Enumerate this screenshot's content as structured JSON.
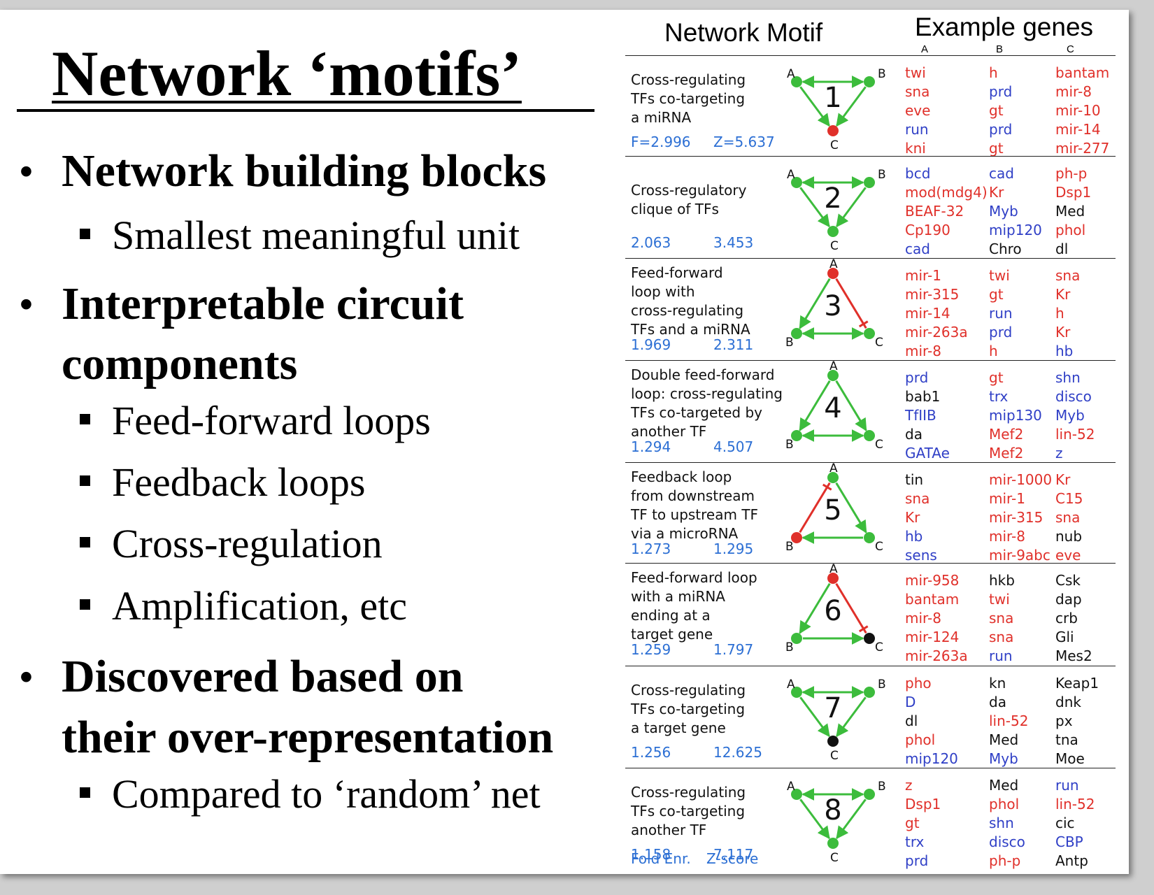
{
  "slide": {
    "title": "Network ‘motifs’",
    "items": [
      {
        "level": 1,
        "text": "Network building blocks"
      },
      {
        "level": 2,
        "text": "Smallest meaningful unit"
      },
      {
        "level": 1,
        "text": "Interpretable circuit"
      },
      {
        "level": 1,
        "text": "components"
      },
      {
        "level": 2,
        "text": "Feed-forward loops"
      },
      {
        "level": 2,
        "text": "Feedback loops"
      },
      {
        "level": 2,
        "text": "Cross-regulation"
      },
      {
        "level": 2,
        "text": "Amplification, etc"
      },
      {
        "level": 1,
        "text": "Discovered based on"
      },
      {
        "level": 1,
        "text": "their over-representation"
      },
      {
        "level": 2,
        "text": "Compared to ‘random’ net"
      }
    ]
  },
  "table": {
    "header_motif": "Network Motif",
    "header_genes": "Example genes",
    "column_letters": [
      "A",
      "B",
      "C"
    ],
    "colors": {
      "red": "#e0302a",
      "blue": "#2f3fc6",
      "black": "#111111",
      "green": "#3cbc3c",
      "stat_blue": "#2c6fd4"
    },
    "legend": {
      "fold": "Fold Enr.",
      "z": "Z-score"
    },
    "motifs": [
      {
        "number": "1",
        "description": [
          "Cross-regulating",
          "TFs co-targeting",
          "a miRNA"
        ],
        "fold": "F=2.996",
        "z": "Z=5.637",
        "labels": {
          "A": "A",
          "B": "B",
          "C": "C"
        },
        "node_colors": [
          "green",
          "green",
          "red"
        ],
        "genes": [
          [
            [
              "twi",
              "red"
            ],
            [
              "sna",
              "red"
            ],
            [
              "eve",
              "red"
            ],
            [
              "run",
              "blue"
            ],
            [
              "kni",
              "red"
            ]
          ],
          [
            [
              "h",
              "red"
            ],
            [
              "prd",
              "blue"
            ],
            [
              "gt",
              "red"
            ],
            [
              "prd",
              "blue"
            ],
            [
              "gt",
              "red"
            ]
          ],
          [
            [
              "bantam",
              "red"
            ],
            [
              "mir-8",
              "red"
            ],
            [
              "mir-10",
              "red"
            ],
            [
              "mir-14",
              "red"
            ],
            [
              "mir-277",
              "red"
            ]
          ]
        ]
      },
      {
        "number": "2",
        "description": [
          "Cross-regulatory",
          "clique of TFs"
        ],
        "fold": "2.063",
        "z": "3.453",
        "labels": {
          "A": "A",
          "B": "B",
          "C": "C"
        },
        "node_colors": [
          "green",
          "green",
          "green"
        ],
        "genes": [
          [
            [
              "bcd",
              "blue"
            ],
            [
              "mod(mdg4)",
              "red"
            ],
            [
              "BEAF-32",
              "red"
            ],
            [
              "Cp190",
              "red"
            ],
            [
              "cad",
              "blue"
            ]
          ],
          [
            [
              "cad",
              "blue"
            ],
            [
              "Kr",
              "red"
            ],
            [
              "Myb",
              "blue"
            ],
            [
              "mip120",
              "blue"
            ],
            [
              "Chro",
              "black"
            ]
          ],
          [
            [
              "ph-p",
              "red"
            ],
            [
              "Dsp1",
              "red"
            ],
            [
              "Med",
              "black"
            ],
            [
              "phol",
              "red"
            ],
            [
              "dl",
              "black"
            ]
          ]
        ]
      },
      {
        "number": "3",
        "description": [
          "Feed-forward",
          "loop with",
          "cross-regulating",
          "TFs and a miRNA"
        ],
        "fold": "1.969",
        "z": "2.311",
        "labels": {
          "A": "A",
          "B": "B",
          "C": "C"
        },
        "node_colors": [
          "red",
          "green",
          "green"
        ],
        "genes": [
          [
            [
              "mir-1",
              "red"
            ],
            [
              "mir-315",
              "red"
            ],
            [
              "mir-14",
              "red"
            ],
            [
              "mir-263a",
              "red"
            ],
            [
              "mir-8",
              "red"
            ]
          ],
          [
            [
              "twi",
              "red"
            ],
            [
              "gt",
              "red"
            ],
            [
              "run",
              "blue"
            ],
            [
              "prd",
              "blue"
            ],
            [
              "h",
              "red"
            ]
          ],
          [
            [
              "sna",
              "red"
            ],
            [
              "Kr",
              "red"
            ],
            [
              "h",
              "red"
            ],
            [
              "Kr",
              "red"
            ],
            [
              "hb",
              "blue"
            ]
          ]
        ]
      },
      {
        "number": "4",
        "description": [
          "Double feed-forward",
          "loop: cross-regulating",
          "TFs co-targeted by",
          "another TF"
        ],
        "fold": "1.294",
        "z": "4.507",
        "labels": {
          "A": "A",
          "B": "B",
          "C": "C"
        },
        "node_colors": [
          "green",
          "green",
          "green"
        ],
        "genes": [
          [
            [
              "prd",
              "blue"
            ],
            [
              "bab1",
              "black"
            ],
            [
              "TfIIB",
              "blue"
            ],
            [
              "da",
              "black"
            ],
            [
              "GATAe",
              "blue"
            ]
          ],
          [
            [
              "gt",
              "red"
            ],
            [
              "trx",
              "blue"
            ],
            [
              "mip130",
              "blue"
            ],
            [
              "Mef2",
              "red"
            ],
            [
              "Mef2",
              "red"
            ]
          ],
          [
            [
              "shn",
              "blue"
            ],
            [
              "disco",
              "blue"
            ],
            [
              "Myb",
              "blue"
            ],
            [
              "lin-52",
              "red"
            ],
            [
              "z",
              "blue"
            ]
          ]
        ]
      },
      {
        "number": "5",
        "description": [
          "Feedback loop",
          "from downstream",
          "TF to upstream TF",
          "via a microRNA"
        ],
        "fold": "1.273",
        "z": "1.295",
        "labels": {
          "A": "A",
          "B": "B",
          "C": "C"
        },
        "node_colors": [
          "green",
          "red",
          "green"
        ],
        "genes": [
          [
            [
              "tin",
              "black"
            ],
            [
              "sna",
              "red"
            ],
            [
              "Kr",
              "red"
            ],
            [
              "hb",
              "blue"
            ],
            [
              "sens",
              "blue"
            ]
          ],
          [
            [
              "mir-1000",
              "red"
            ],
            [
              "mir-1",
              "red"
            ],
            [
              "mir-315",
              "red"
            ],
            [
              "mir-8",
              "red"
            ],
            [
              "mir-9abc",
              "red"
            ]
          ],
          [
            [
              "Kr",
              "red"
            ],
            [
              "C15",
              "red"
            ],
            [
              "sna",
              "red"
            ],
            [
              "nub",
              "black"
            ],
            [
              "eve",
              "red"
            ]
          ]
        ]
      },
      {
        "number": "6",
        "description": [
          "Feed-forward loop",
          "with a miRNA",
          "ending at a",
          "target gene"
        ],
        "fold": "1.259",
        "z": "1.797",
        "labels": {
          "A": "A",
          "B": "B",
          "C": "C"
        },
        "node_colors": [
          "red",
          "green",
          "black"
        ],
        "genes": [
          [
            [
              "mir-958",
              "red"
            ],
            [
              "bantam",
              "red"
            ],
            [
              "mir-8",
              "red"
            ],
            [
              "mir-124",
              "red"
            ],
            [
              "mir-263a",
              "red"
            ]
          ],
          [
            [
              "hkb",
              "black"
            ],
            [
              "twi",
              "red"
            ],
            [
              "sna",
              "red"
            ],
            [
              "sna",
              "red"
            ],
            [
              "run",
              "blue"
            ]
          ],
          [
            [
              "Csk",
              "black"
            ],
            [
              "dap",
              "black"
            ],
            [
              "crb",
              "black"
            ],
            [
              "Gli",
              "black"
            ],
            [
              "Mes2",
              "black"
            ]
          ]
        ]
      },
      {
        "number": "7",
        "description": [
          "Cross-regulating",
          "TFs co-targeting",
          "a target gene"
        ],
        "fold": "1.256",
        "z": "12.625",
        "labels": {
          "A": "A",
          "B": "B",
          "C": "C"
        },
        "node_colors": [
          "green",
          "green",
          "black"
        ],
        "genes": [
          [
            [
              "pho",
              "red"
            ],
            [
              "D",
              "blue"
            ],
            [
              "dl",
              "black"
            ],
            [
              "phol",
              "red"
            ],
            [
              "mip120",
              "blue"
            ]
          ],
          [
            [
              "kn",
              "black"
            ],
            [
              "da",
              "black"
            ],
            [
              "lin-52",
              "red"
            ],
            [
              "Med",
              "black"
            ],
            [
              "Myb",
              "blue"
            ]
          ],
          [
            [
              "Keap1",
              "black"
            ],
            [
              "dnk",
              "black"
            ],
            [
              "px",
              "black"
            ],
            [
              "tna",
              "black"
            ],
            [
              "Moe",
              "black"
            ]
          ]
        ]
      },
      {
        "number": "8",
        "description": [
          "Cross-regulating",
          "TFs co-targeting",
          "another TF"
        ],
        "fold": "1.158",
        "z": "7.117",
        "labels": {
          "A": "A",
          "B": "B",
          "C": "C"
        },
        "node_colors": [
          "green",
          "green",
          "green"
        ],
        "genes": [
          [
            [
              "z",
              "red"
            ],
            [
              "Dsp1",
              "red"
            ],
            [
              "gt",
              "red"
            ],
            [
              "trx",
              "blue"
            ],
            [
              "prd",
              "blue"
            ]
          ],
          [
            [
              "Med",
              "black"
            ],
            [
              "phol",
              "red"
            ],
            [
              "shn",
              "blue"
            ],
            [
              "disco",
              "blue"
            ],
            [
              "ph-p",
              "red"
            ]
          ],
          [
            [
              "run",
              "blue"
            ],
            [
              "lin-52",
              "red"
            ],
            [
              "cic",
              "black"
            ],
            [
              "CBP",
              "blue"
            ],
            [
              "Antp",
              "black"
            ]
          ]
        ]
      }
    ]
  }
}
